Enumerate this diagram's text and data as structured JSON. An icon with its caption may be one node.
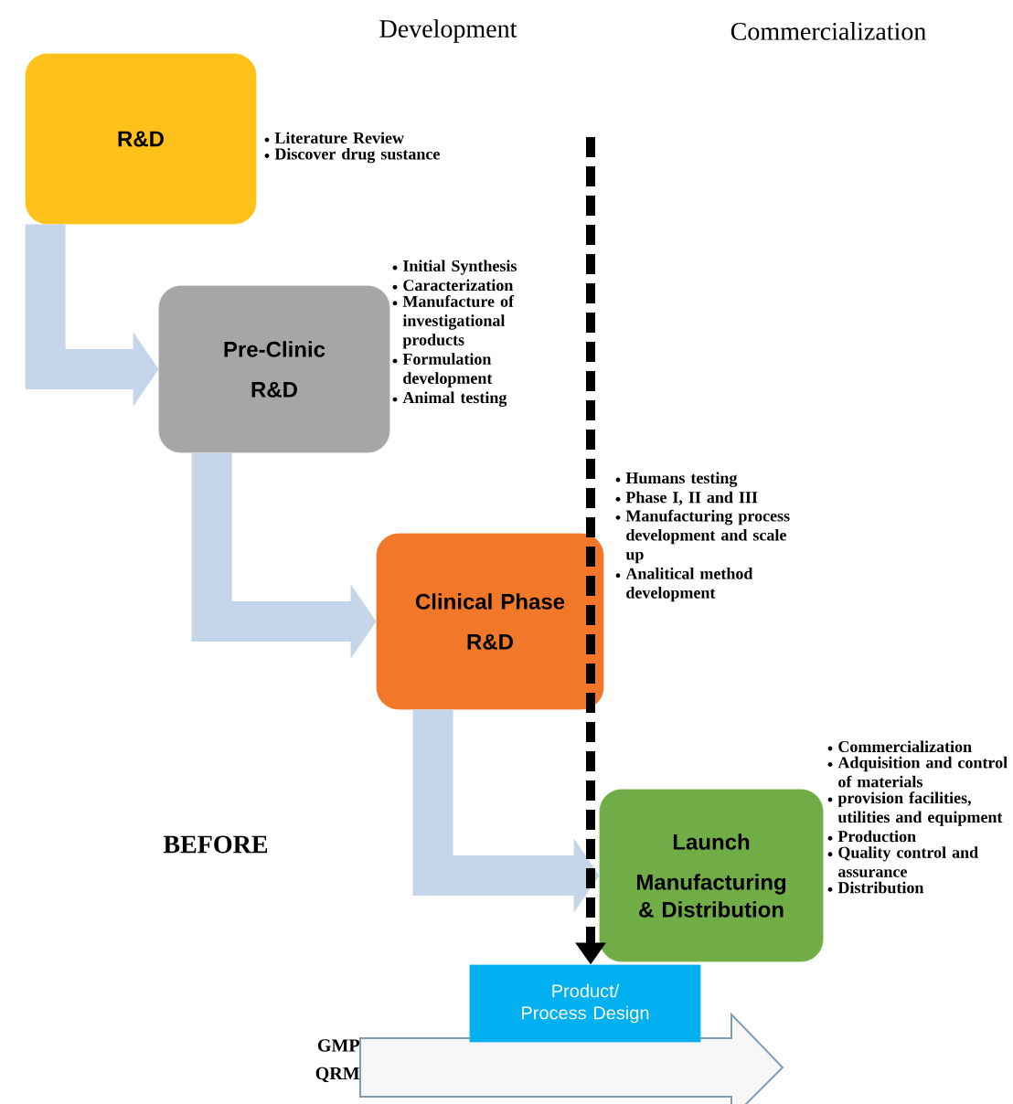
{
  "diagram": {
    "nodes": [
      {
        "text": [
          "R&D"
        ],
        "beside": [
          "Literature Review",
          "Discover drug sustance"
        ]
      },
      {
        "text": [
          "Pre-Clinic",
          "R&D"
        ],
        "beside": [
          "Initial Synthesis",
          "Caracterization",
          "Manufacture of investigational products",
          "Formulation development",
          "Animal testing"
        ]
      },
      {
        "text": [
          "Clinical Phase",
          "R&D"
        ],
        "beside": [
          "Humans testing",
          "Phase I, II and III",
          "Manufacturing process development and scale up",
          "Analitical method development"
        ]
      },
      {
        "text": [
          "Launch",
          "Manufacturing & Distribution"
        ],
        "beside": [
          "Commercialization",
          "Adquisition and control of materials",
          "provision facilities, utilities and equipment",
          "Production",
          "Quality control and assurance",
          "Distribution"
        ]
      },
      {
        "text": [
          "Product/ Process Design"
        ]
      }
    ],
    "edges": [
      {
        "from": 0,
        "to": 1,
        "arrow": "to"
      },
      {
        "from": 1,
        "to": 2,
        "arrow": "to"
      },
      {
        "from": 2,
        "to": 3,
        "arrow": "to"
      },
      {
        "from": null,
        "to": 4,
        "arrow": "to",
        "style": "dashed",
        "color": "#000000"
      }
    ],
    "labels": [
      "Development",
      "Commercialization",
      "BEFORE",
      "GMP",
      "QRM"
    ]
  }
}
